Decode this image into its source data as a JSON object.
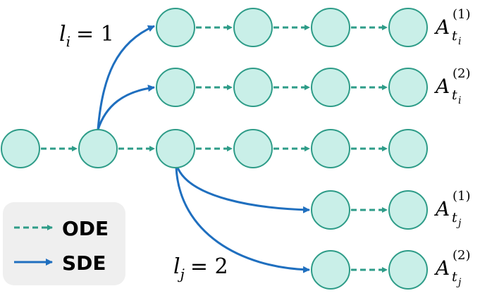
{
  "colors": {
    "node_fill": "#c9efe8",
    "node_stroke": "#2e9c88",
    "ode": "#2e9c88",
    "sde": "#1f6fbf",
    "legend_bg": "#efefef"
  },
  "legend": {
    "ode_label": "ODE",
    "sde_label": "SDE"
  },
  "labels": {
    "li": {
      "var": "l",
      "sub": "i",
      "rhs": "= 1"
    },
    "lj": {
      "var": "l",
      "sub": "j",
      "rhs": "= 2"
    },
    "a_ti_1": {
      "base": "A",
      "sub": "t",
      "subsub": "i",
      "sup": "(1)"
    },
    "a_ti_2": {
      "base": "A",
      "sub": "t",
      "subsub": "i",
      "sup": "(2)"
    },
    "a_tj_1": {
      "base": "A",
      "sub": "t",
      "subsub": "j",
      "sup": "(1)"
    },
    "a_tj_2": {
      "base": "A",
      "sub": "t",
      "subsub": "j",
      "sup": "(2)"
    }
  }
}
